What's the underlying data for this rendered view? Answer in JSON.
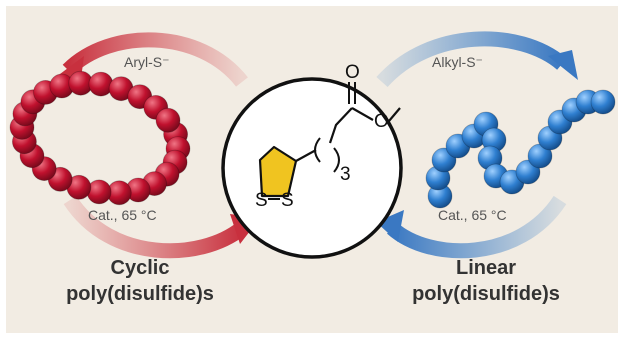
{
  "colors": {
    "background": "#f2ece3",
    "frame": "#ffffff",
    "red_bead": "#c0112e",
    "red_arrow": "#d24b52",
    "blue_bead": "#2f7fd0",
    "blue_arrow": "#3f82c8",
    "dithiolane_fill": "#f0c420"
  },
  "left": {
    "top_label": "Aryl-S⁻",
    "bottom_label": "Cat., 65 °C",
    "title_line1": "Cyclic",
    "title_line2": "poly(disulfide)s"
  },
  "right": {
    "top_label": "Alkyl-S⁻",
    "bottom_label": "Cat., 65 °C",
    "title_line1": "Linear",
    "title_line2": "poly(disulfide)s"
  },
  "monomer": {
    "s1": "S",
    "s2": "S",
    "carbonyl_o": "O",
    "ester_o": "O",
    "subscript": "3"
  }
}
